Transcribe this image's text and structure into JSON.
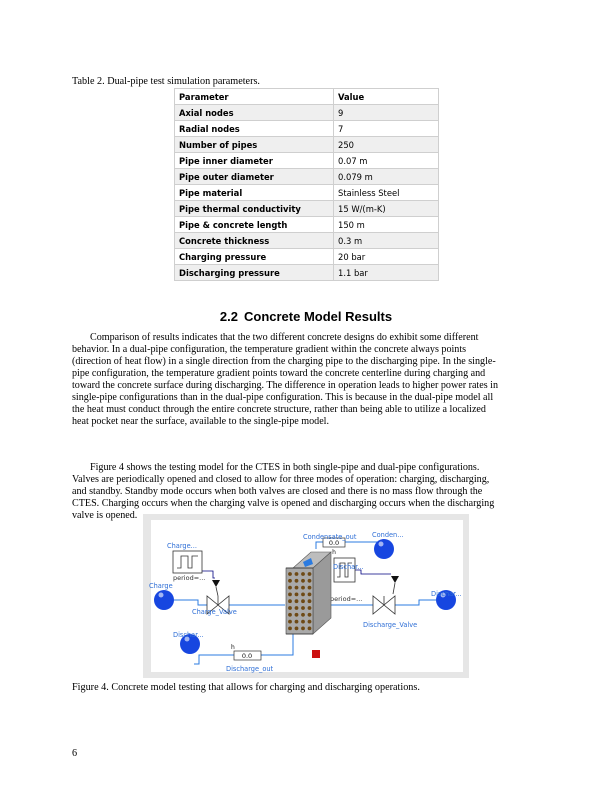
{
  "table_caption": "Table 2. Dual-pipe test simulation parameters.",
  "table": {
    "headers": [
      "Parameter",
      "Value"
    ],
    "rows": [
      [
        "Axial nodes",
        "9"
      ],
      [
        "Radial nodes",
        "7"
      ],
      [
        "Number of pipes",
        "250"
      ],
      [
        "Pipe inner diameter",
        "0.07 m"
      ],
      [
        "Pipe outer diameter",
        "0.079 m"
      ],
      [
        "Pipe material",
        "Stainless Steel"
      ],
      [
        "Pipe thermal conductivity",
        "15 W/(m-K)"
      ],
      [
        "Pipe & concrete length",
        "150 m"
      ],
      [
        "Concrete thickness",
        "0.3 m"
      ],
      [
        "Charging pressure",
        "20 bar"
      ],
      [
        "Discharging pressure",
        "1.1 bar"
      ]
    ]
  },
  "section": {
    "number": "2.2",
    "title": "Concrete Model Results"
  },
  "paragraphs": [
    {
      "lines": [
        "Comparison of results indicates that the two different concrete designs do exhibit some different",
        "behavior. In a dual-pipe configuration, the temperature gradient within the concrete always points",
        "(direction of heat flow) in a single direction from the charging pipe to the discharging pipe. In the single-",
        "pipe configuration, the temperature gradient points toward the concrete centerline during charging and",
        "toward the concrete surface during discharging. The difference in operation leads to higher power rates in",
        "single-pipe configurations than in the dual-pipe configuration. This is because in the dual-pipe model all",
        "the heat must conduct through the entire concrete structure, rather than being able to utilize a localized",
        "heat pocket near the surface, available to the single-pipe model."
      ]
    },
    {
      "lines": [
        "Figure 4 shows the testing model for the CTES in both single-pipe and dual-pipe configurations.",
        "Valves are periodically opened and closed to allow for three modes of operation: charging, discharging,",
        "and standby. Standby mode occurs when both valves are closed and there is no mass flow through the",
        "CTES. Charging occurs when the charging valve is opened and discharging occurs when the discharging",
        "valve is opened."
      ]
    }
  ],
  "figure": {
    "labels": {
      "charge_src": "Charge...",
      "charge_sink": "Charge",
      "period_left": "period=...",
      "charge_valve": "Charge_Valve",
      "condensate_out": "Condensate_out",
      "conden": "Conden...",
      "h_top_value": "0.0",
      "h_top_unit": "h",
      "dischar_src": "Dischar...",
      "period_right": "period=...",
      "dischar_right": "Dischar...",
      "discharge_valve": "Discharge_Valve",
      "dischar_bottom": "Dischar...",
      "h_bottom_value": "0.0",
      "h_bottom_unit": "h",
      "discharge_out": "Discharge_out"
    },
    "colors": {
      "source_blue": "#1746e0",
      "connector_blue": "#2b7be0",
      "label_blue": "#2f6fd6",
      "stop_red": "#cc1111"
    }
  },
  "figure_caption": "Figure 4. Concrete model testing that allows for charging and discharging operations.",
  "page_number": "6"
}
